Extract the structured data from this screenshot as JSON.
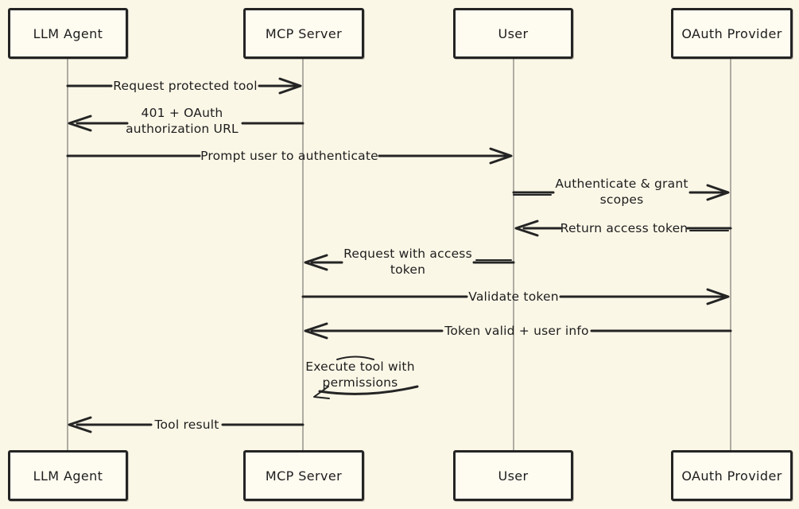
{
  "colors": {
    "background": "#fbf7e7",
    "box_fill": "#fefbf0",
    "ink": "#242424",
    "text": "#1d1d1d",
    "lifeline": "#aeaca2"
  },
  "diagram": {
    "type": "sequence-diagram",
    "actors": [
      {
        "id": "llm-agent",
        "label": "LLM Agent"
      },
      {
        "id": "mcp-server",
        "label": "MCP Server"
      },
      {
        "id": "user",
        "label": "User"
      },
      {
        "id": "oauth-provider",
        "label": "OAuth Provider"
      }
    ],
    "messages": [
      {
        "from": "LLM Agent",
        "to": "MCP Server",
        "direction": "right",
        "label": "Request protected tool",
        "lines": [
          "Request protected tool"
        ]
      },
      {
        "from": "MCP Server",
        "to": "LLM Agent",
        "direction": "left",
        "label": "401 + OAuth authorization URL",
        "lines": [
          "401 + OAuth",
          "authorization URL"
        ]
      },
      {
        "from": "LLM Agent",
        "to": "User",
        "direction": "right",
        "label": "Prompt user to authenticate",
        "lines": [
          "Prompt user to authenticate"
        ]
      },
      {
        "from": "User",
        "to": "OAuth Provider",
        "direction": "right",
        "label": "Authenticate & grant scopes",
        "lines": [
          "Authenticate & grant",
          "scopes"
        ]
      },
      {
        "from": "OAuth Provider",
        "to": "User",
        "direction": "left",
        "label": "Return access token",
        "lines": [
          "Return access token"
        ]
      },
      {
        "from": "User",
        "to": "MCP Server",
        "direction": "left",
        "label": "Request with access token",
        "lines": [
          "Request with access",
          "token"
        ]
      },
      {
        "from": "MCP Server",
        "to": "OAuth Provider",
        "direction": "right",
        "label": "Validate token",
        "lines": [
          "Validate token"
        ]
      },
      {
        "from": "OAuth Provider",
        "to": "MCP Server",
        "direction": "left",
        "label": "Token valid + user info",
        "lines": [
          "Token valid + user info"
        ]
      },
      {
        "from": "MCP Server",
        "to": "MCP Server",
        "direction": "self",
        "label": "Execute tool with permissions",
        "lines": [
          "Execute tool with",
          "permissions"
        ]
      },
      {
        "from": "MCP Server",
        "to": "LLM Agent",
        "direction": "left",
        "label": "Tool result",
        "lines": [
          "Tool result"
        ]
      }
    ]
  }
}
